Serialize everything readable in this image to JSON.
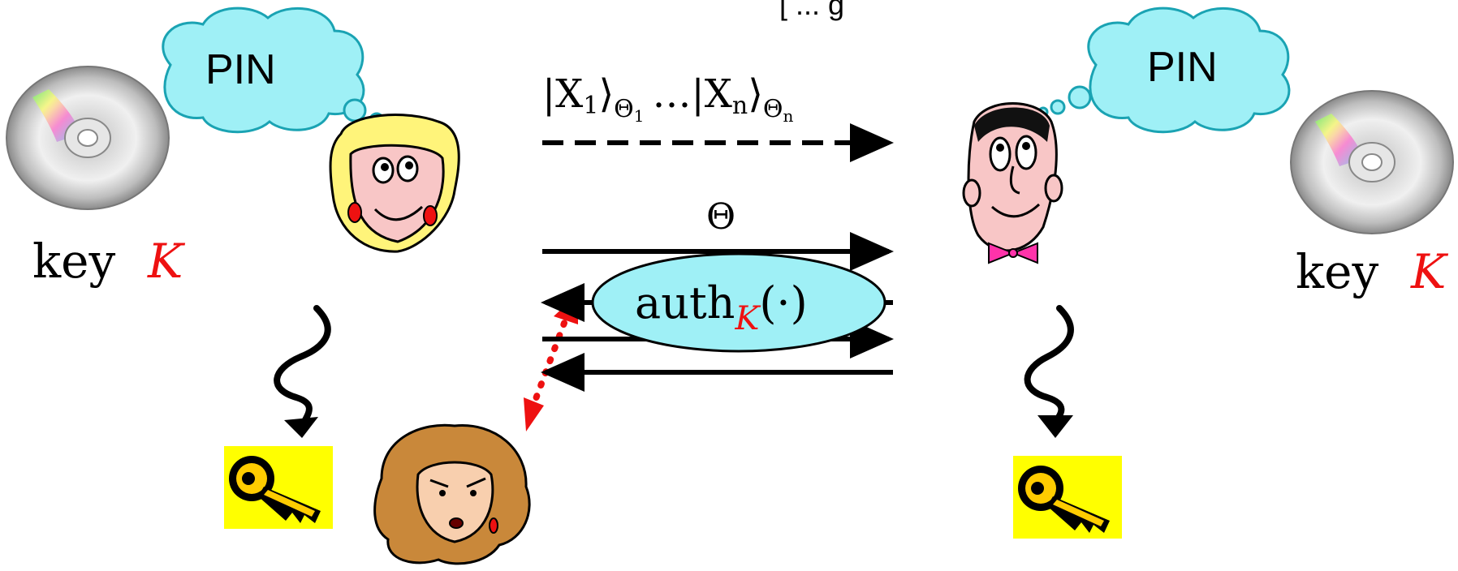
{
  "top_partial_text": "[ ... g",
  "alice": {
    "thought": "PIN",
    "key_word": "key",
    "key_symbol": "K"
  },
  "bob": {
    "thought": "PIN",
    "key_word": "key",
    "key_symbol": "K"
  },
  "quantum_message": {
    "ket_open_1": "|X",
    "sub_1": "1",
    "ket_close_1": "⟩",
    "theta_1": "Θ",
    "theta_sub_1": "1",
    "ellipsis": "…",
    "ket_open_n": "|X",
    "sub_n": "n",
    "ket_close_n": "⟩",
    "theta_n": "Θ",
    "theta_sub_n": "n"
  },
  "basis_label": "Θ",
  "auth": {
    "func": "auth",
    "sub": "K",
    "arg": "(·)"
  },
  "colors": {
    "cloud": "#9ff0f6",
    "cloud_stroke": "#1aa3b3",
    "ellipse": "#9ff0f6",
    "accent_red": "#ee1111",
    "key_bg": "#ffff00"
  }
}
